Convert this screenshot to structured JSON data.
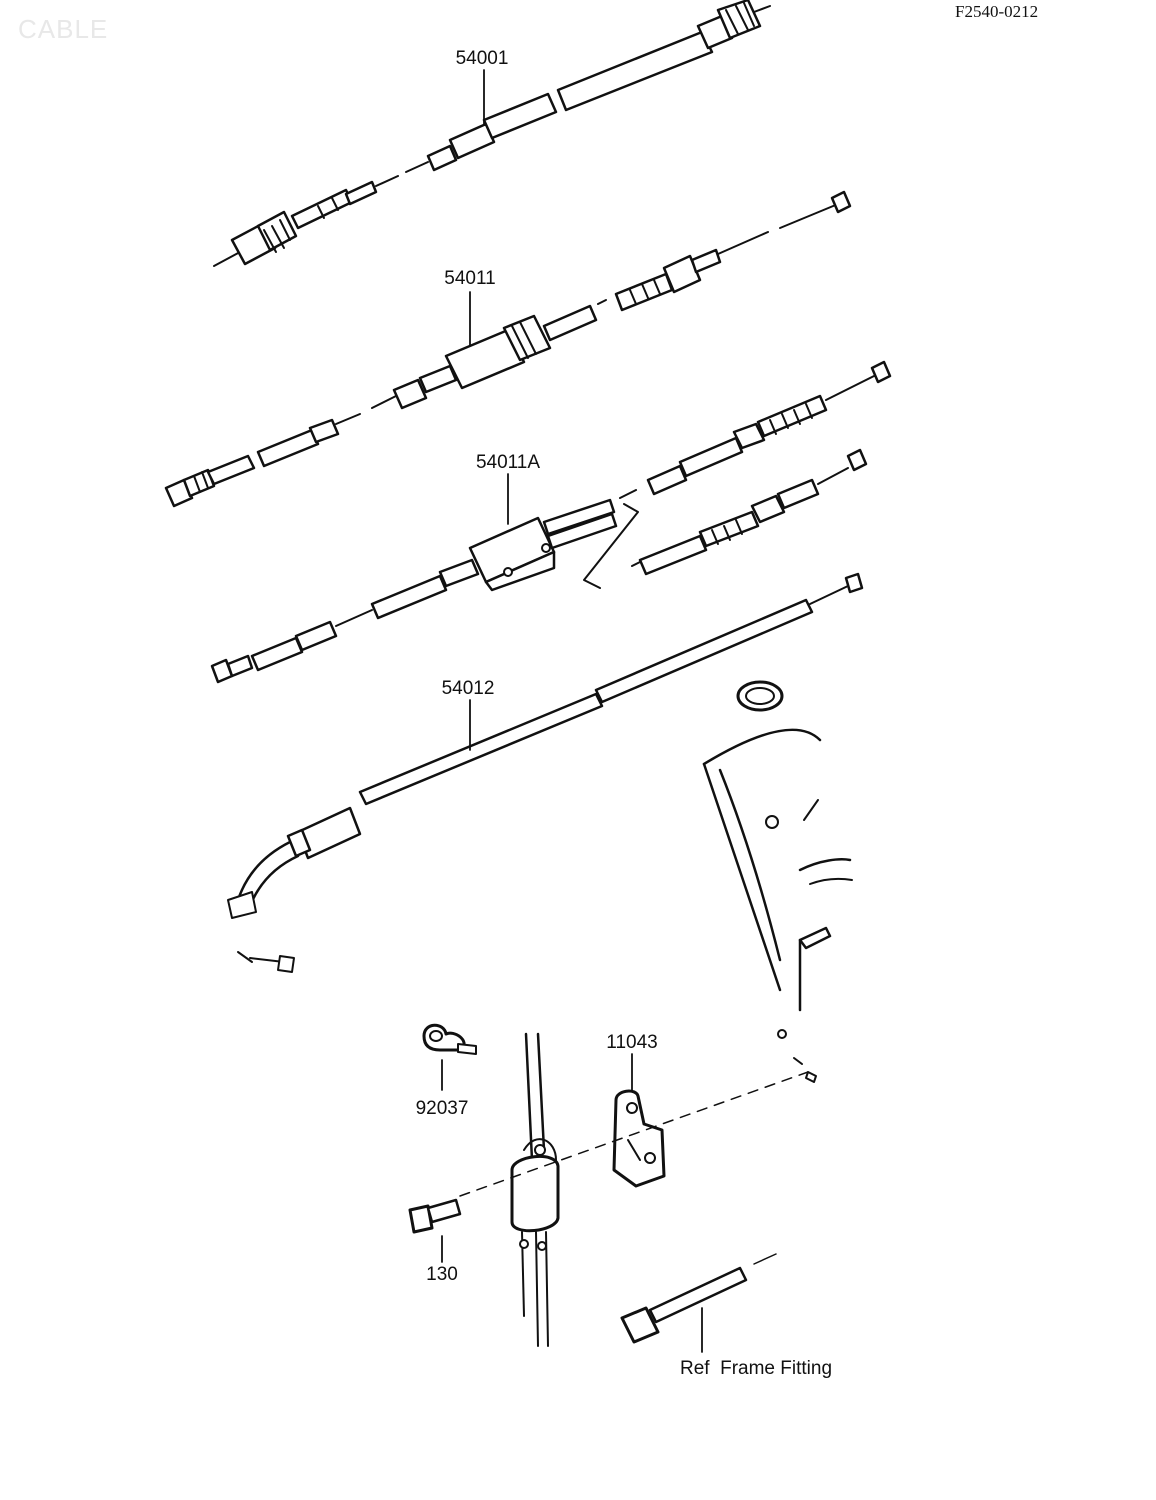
{
  "header": {
    "section_title": "CABLE",
    "figure_code": "F2540-0212"
  },
  "parts": [
    {
      "number": "54001"
    },
    {
      "number": "54011"
    },
    {
      "number": "54011A"
    },
    {
      "number": "54012"
    },
    {
      "number": "92037"
    },
    {
      "number": "11043"
    },
    {
      "number": "130"
    }
  ],
  "reference": {
    "label": "Ref  Frame Fitting"
  },
  "colors": {
    "ink": "#111111",
    "paper": "#ffffff"
  }
}
